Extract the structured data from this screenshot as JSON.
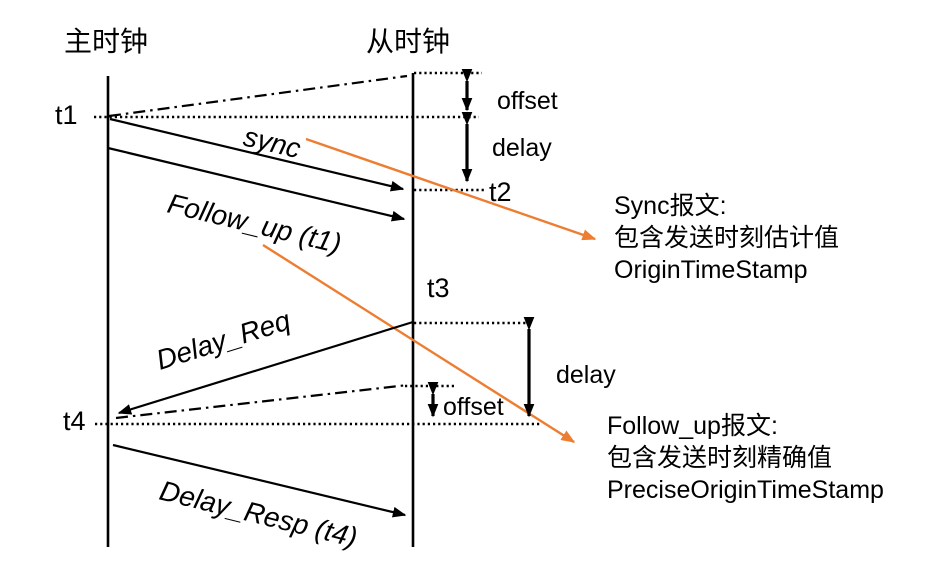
{
  "colors": {
    "ink": "#000000",
    "accent": "#ED7D31"
  },
  "lanes": {
    "master": "主时钟",
    "slave": "从时钟"
  },
  "timestamps": {
    "t1": "t1",
    "t2": "t2",
    "t3": "t3",
    "t4": "t4"
  },
  "messages": {
    "sync": "sync",
    "follow_up": "Follow_up (t1)",
    "delay_req": "Delay_Req",
    "delay_resp": "Delay_Resp (t4)"
  },
  "measures": {
    "offset_top": "offset",
    "delay_top": "delay",
    "delay_mid": "delay",
    "offset_bottom": "offset"
  },
  "notes": {
    "sync_note": {
      "title": "Sync报文:",
      "body": "包含发送时刻估计值",
      "field": "OriginTimeStamp"
    },
    "follow_up_note": {
      "title": "Follow_up报文:",
      "body": "包含发送时刻精确值",
      "field": "PreciseOriginTimeStamp"
    }
  }
}
